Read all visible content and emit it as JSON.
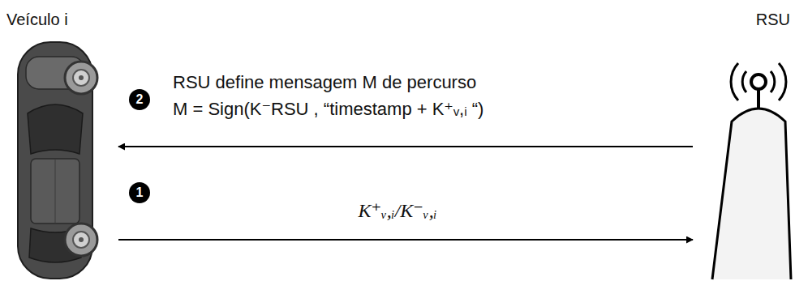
{
  "diagram": {
    "nodes": [
      {
        "text": [
          "Veículo i"
        ]
      },
      {
        "text": [
          "RSU"
        ]
      }
    ],
    "edges": [
      {
        "from": 1,
        "to": 0,
        "arrow": "to",
        "label": "RSU define mensagem M de percurso"
      },
      {
        "from": 0,
        "to": 1,
        "arrow": "to",
        "label": "K⁺ᵥ,ᵢ/K⁻ᵥ,ᵢ"
      }
    ],
    "labels": [
      "2",
      "M = Sign(K⁻RSU , “timestamp + K⁺ᵥ,ᵢ “)",
      "1"
    ]
  }
}
